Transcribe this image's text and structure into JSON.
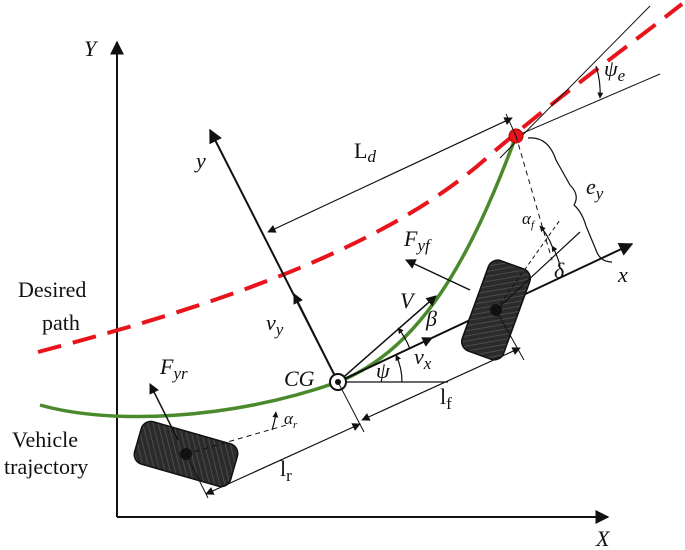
{
  "axes": {
    "global_x": "X",
    "global_y": "Y",
    "body_x": "x",
    "body_y": "y"
  },
  "labels": {
    "desired_path": [
      "Desired",
      "path"
    ],
    "vehicle_trajectory": [
      "Vehicle",
      "trajectory"
    ],
    "center_of_gravity": "CG",
    "lookahead": {
      "main": "L",
      "sub": "d"
    },
    "front_lateral_force": {
      "main": "F",
      "sub": "yf"
    },
    "rear_lateral_force": {
      "main": "F",
      "sub": "yr"
    },
    "velocity": "V",
    "slip_angle": "β",
    "yaw_angle": "ψ",
    "heading_error": {
      "main": "ψ",
      "sub": "e"
    },
    "lateral_error": {
      "main": "e",
      "sub": "y"
    },
    "steering_angle": "δ",
    "front_slip": {
      "main": "α",
      "sub": "f"
    },
    "rear_slip": {
      "main": "α",
      "sub": "r"
    },
    "long_velocity": {
      "main": "v",
      "sub": "x"
    },
    "lat_velocity": {
      "main": "v",
      "sub": "y"
    },
    "front_length": {
      "main": "l",
      "sub": "f"
    },
    "rear_length": {
      "main": "l",
      "sub": "r"
    }
  },
  "colors": {
    "desired_path": "#e8141b",
    "trajectory": "#4a8a2c",
    "ink": "#111111",
    "tire": "#2b2b2b"
  }
}
